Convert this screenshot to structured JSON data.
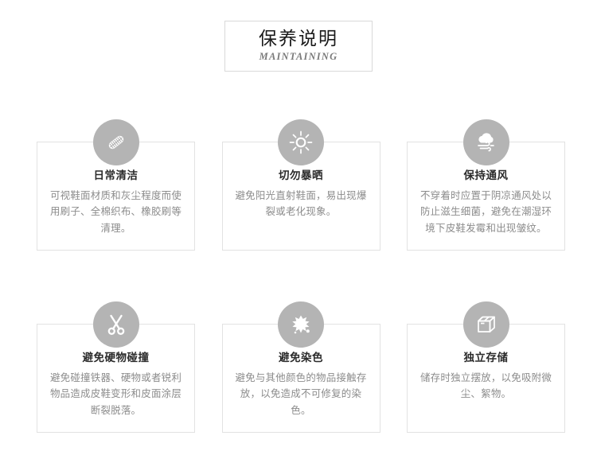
{
  "header": {
    "title_cn": "保养说明",
    "title_en": "MAINTAINING"
  },
  "theme": {
    "icon_circle_color": "#b4b4b4",
    "card_border_color": "#e2e2e2",
    "header_border_color": "#d9d9d9",
    "title_color": "#2b2b2b",
    "body_text_color": "#8c8c8c",
    "background": "#ffffff"
  },
  "cards": [
    {
      "icon": "brush-icon",
      "title": "日常清洁",
      "text": "可视鞋面材质和灰尘程度而使用刷子、全棉织布、橡胶刷等清理。"
    },
    {
      "icon": "sun-icon",
      "title": "切勿暴晒",
      "text": "避免阳光直射鞋面，易出现爆裂或老化现象。"
    },
    {
      "icon": "cloud-wind-icon",
      "title": "保持通风",
      "text": "不穿着时应置于阴凉通风处以防止滋生细菌，避免在潮湿环境下皮鞋发霉和出现皱纹。"
    },
    {
      "icon": "scissors-icon",
      "title": "避免硬物碰撞",
      "text": "避免碰撞铁器、硬物或者锐利物品造成皮鞋变形和皮面涂层断裂脱落。"
    },
    {
      "icon": "splash-icon",
      "title": "避免染色",
      "text": "避免与其他颜色的物品接触存放，以免造成不可修复的染色。"
    },
    {
      "icon": "box-icon",
      "title": "独立存储",
      "text": "储存时独立摆放，以免吸附微尘、絮物。"
    }
  ]
}
